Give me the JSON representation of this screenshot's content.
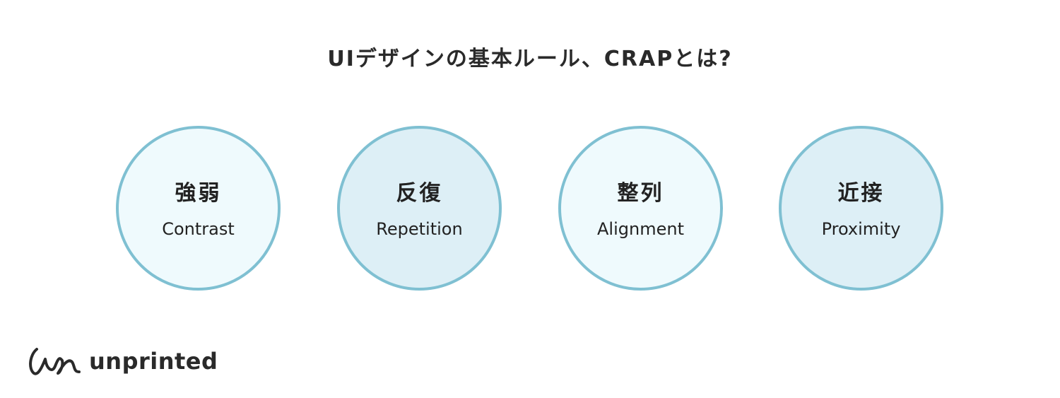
{
  "title": "UIデザインの基本ルール、CRAPとは?",
  "principles": [
    {
      "jp": "強弱",
      "en": "Contrast"
    },
    {
      "jp": "反復",
      "en": "Repetition"
    },
    {
      "jp": "整列",
      "en": "Alignment"
    },
    {
      "jp": "近接",
      "en": "Proximity"
    }
  ],
  "logo": {
    "text": "unprinted"
  },
  "colors": {
    "border": "#7fc0d2",
    "fill_light": "#effafd",
    "fill_dark": "#ddeff6"
  }
}
